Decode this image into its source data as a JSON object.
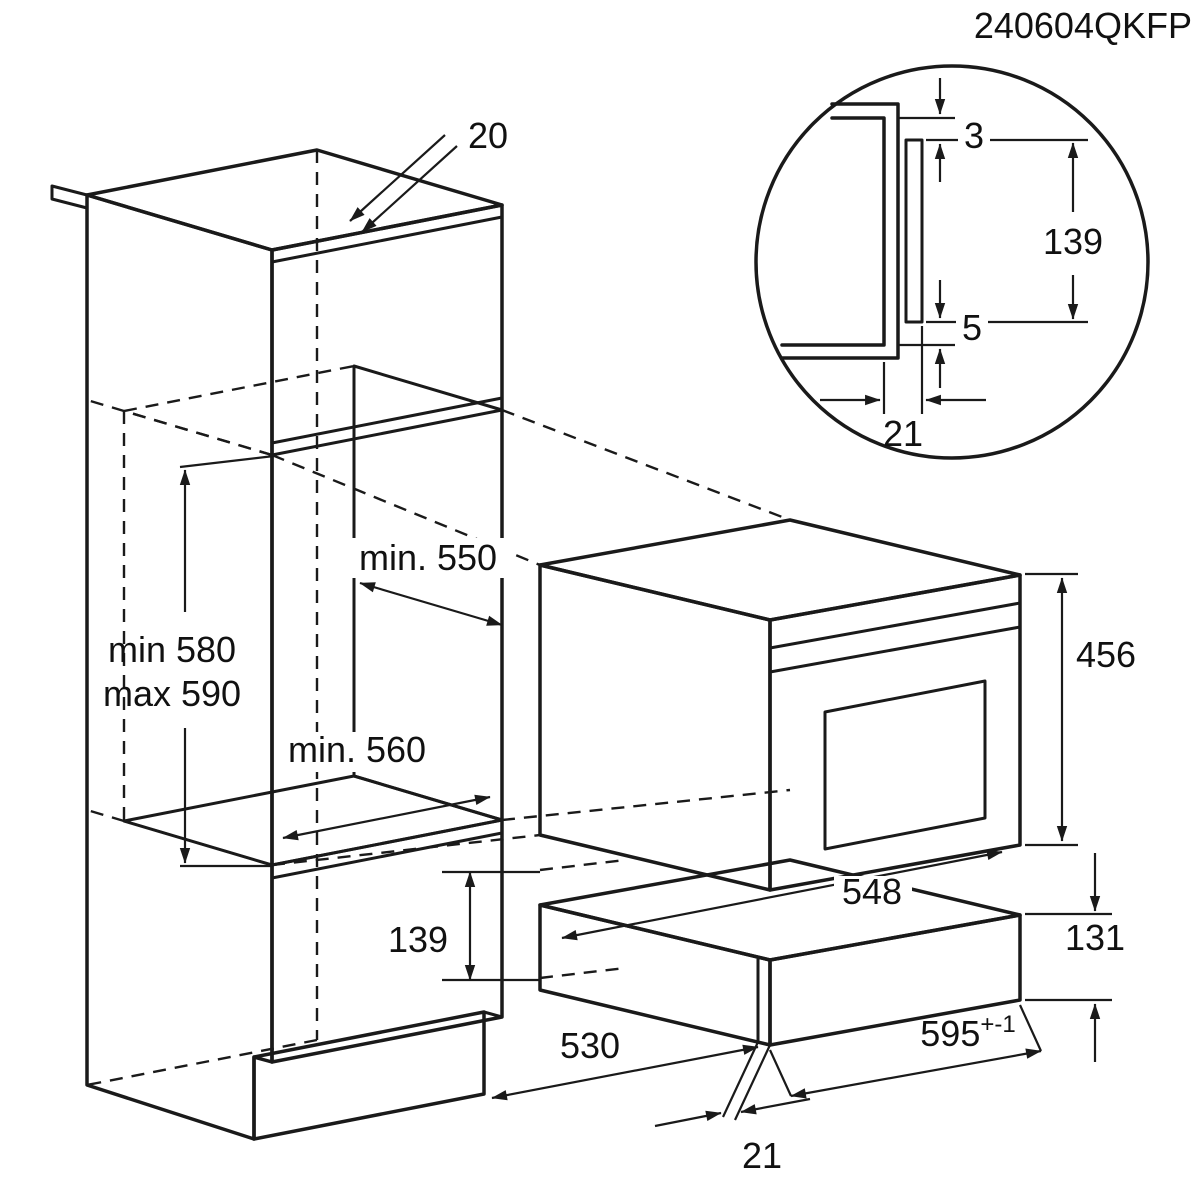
{
  "drawing_code": "240604QKFP",
  "detail_circle": {
    "gap_top": "3",
    "front_height": "139",
    "gap_bottom": "5",
    "panel_thickness": "21"
  },
  "cabinet": {
    "top_panel": "20",
    "niche_depth": "min. 550",
    "niche_height_min": "min 580",
    "niche_height_max": "max 590",
    "niche_width": "min. 560",
    "lower_clearance": "139",
    "base_depth": "530",
    "base_thickness": "21"
  },
  "appliance": {
    "height": "456",
    "body_width": "548",
    "drawer_height": "131",
    "front_width": "595",
    "front_width_tolerance": "+-1"
  }
}
